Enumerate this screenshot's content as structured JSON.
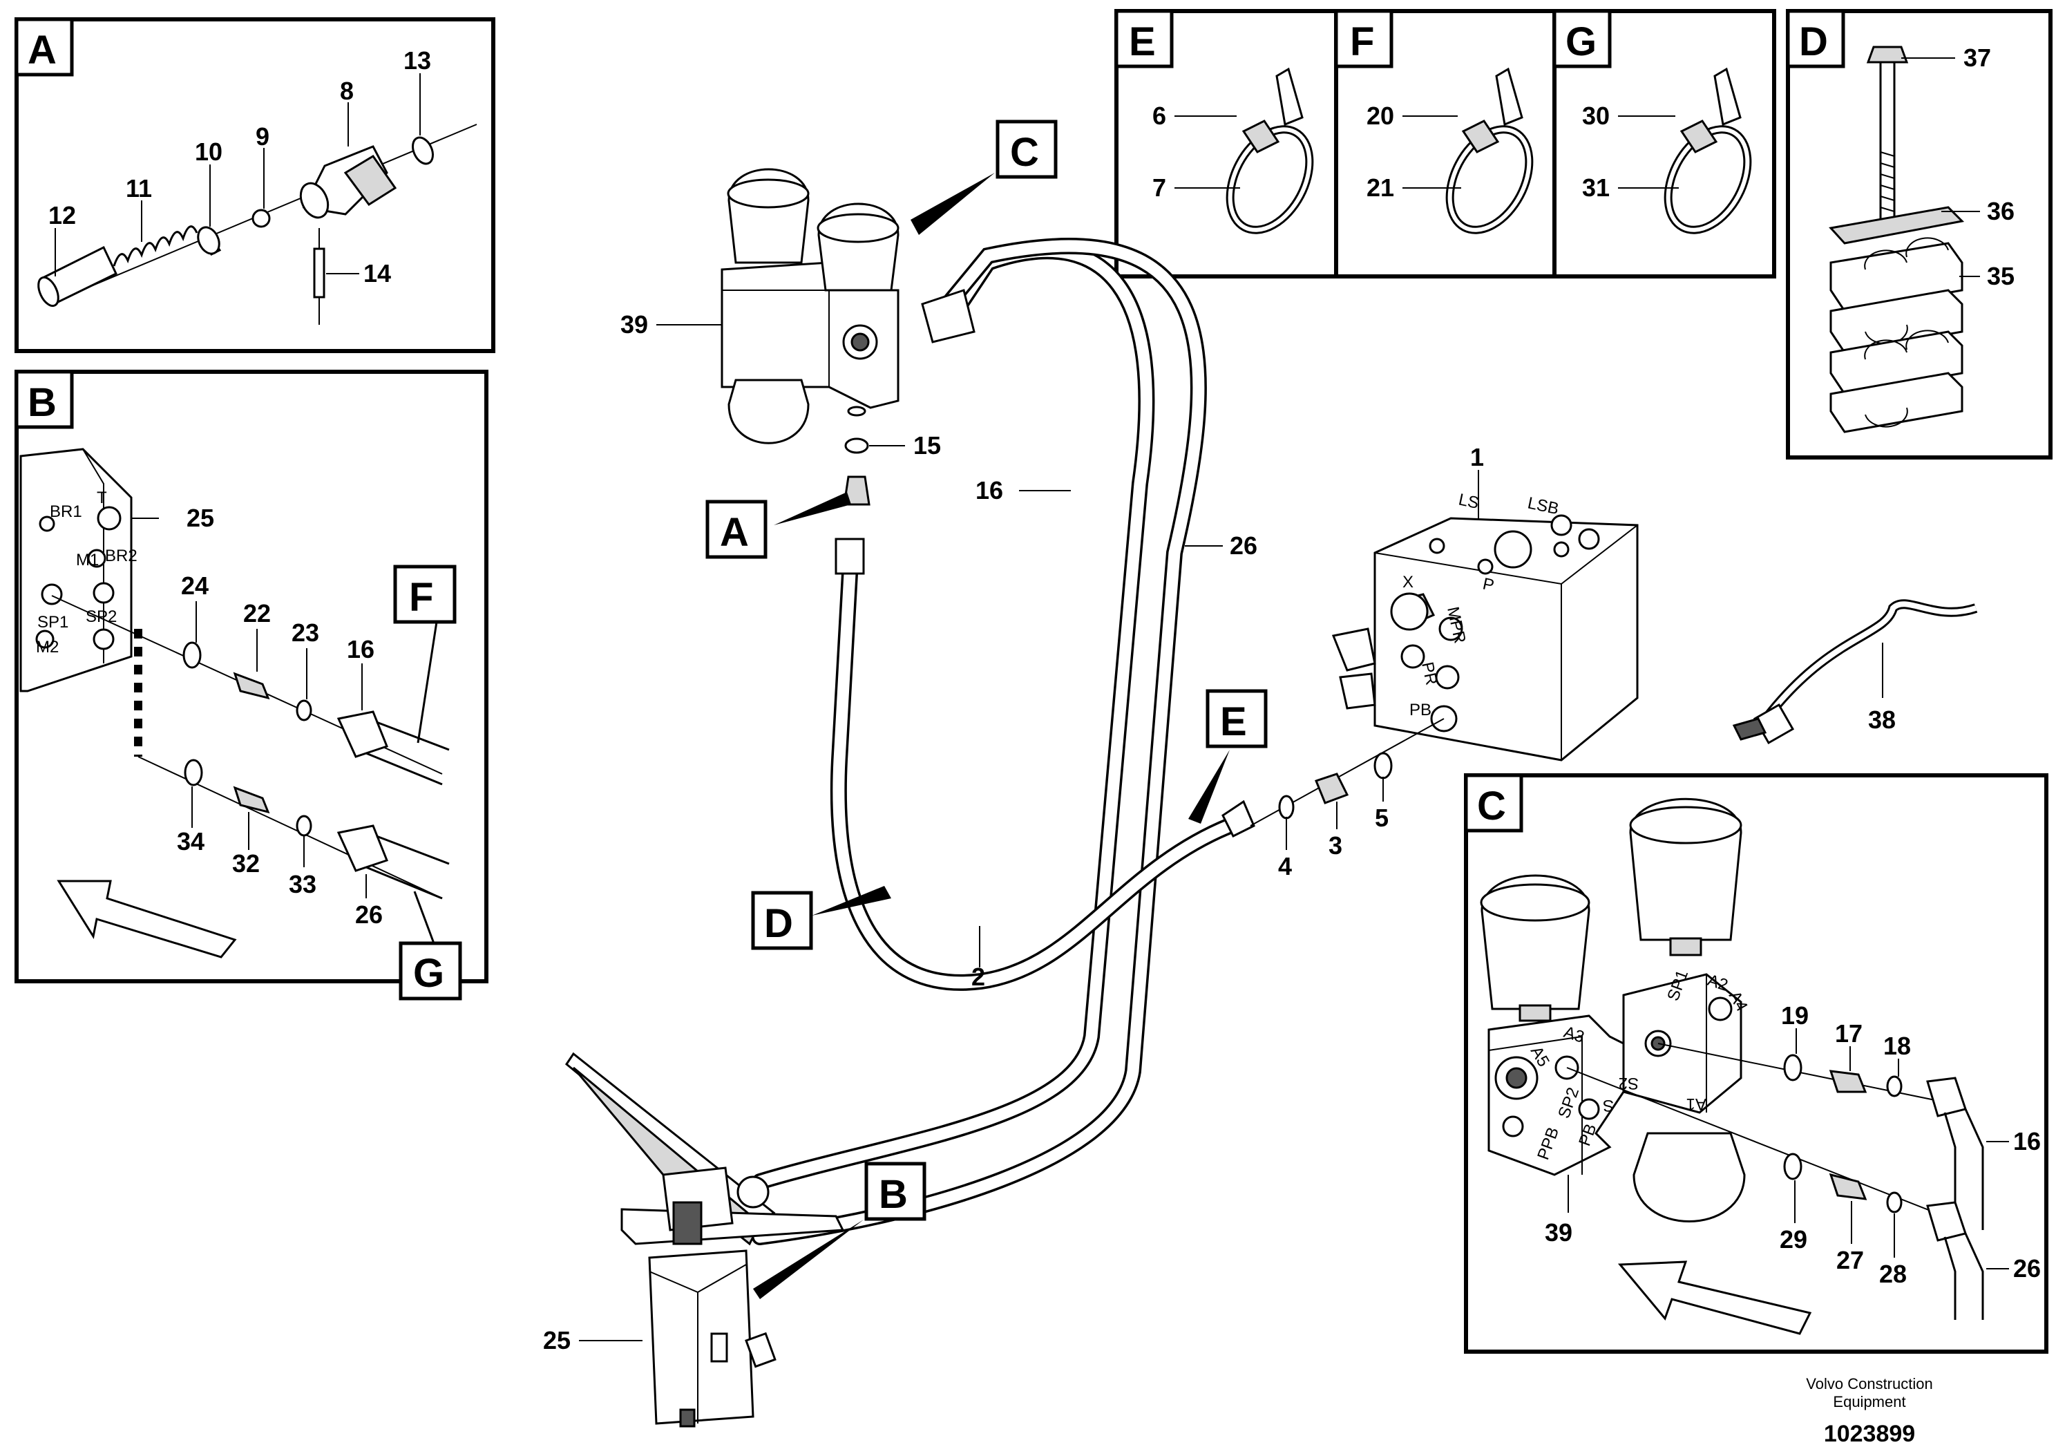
{
  "inset_letters": {
    "A": "A",
    "B": "B",
    "C": "C",
    "D": "D",
    "E": "E",
    "F": "F",
    "G": "G"
  },
  "part_numbers": {
    "n1": "1",
    "n2": "2",
    "n3": "3",
    "n4": "4",
    "n5": "5",
    "n6": "6",
    "n7": "7",
    "n8": "8",
    "n9": "9",
    "n10": "10",
    "n11": "11",
    "n12": "12",
    "n13": "13",
    "n14": "14",
    "n15": "15",
    "n16": "16",
    "n17": "17",
    "n18": "18",
    "n19": "19",
    "n20": "20",
    "n21": "21",
    "n22": "22",
    "n23": "23",
    "n24": "24",
    "n25": "25",
    "n26": "26",
    "n27": "27",
    "n28": "28",
    "n29": "29",
    "n30": "30",
    "n31": "31",
    "n32": "32",
    "n33": "33",
    "n34": "34",
    "n35": "35",
    "n36": "36",
    "n37": "37",
    "n38": "38",
    "n39": "39"
  },
  "port_labels": {
    "br1": "BR1",
    "t": "T",
    "m1": "M1",
    "br2": "BR2",
    "sp1": "SP1",
    "m2": "M2",
    "sp2": "SP2",
    "a3": "A3",
    "a5": "A5",
    "a2": "A2",
    "a4": "A4",
    "a1": "A1",
    "s2": "S2",
    "s": "S",
    "pb": "PB",
    "ppb": "PPB",
    "mpr": "MPR",
    "pr": "PR",
    "x": "X",
    "p": "P",
    "ls": "LS",
    "lsb": "LSB"
  },
  "footer": {
    "credit_line1": "Volvo Construction",
    "credit_line2": "Equipment",
    "document_number": "1023899"
  }
}
